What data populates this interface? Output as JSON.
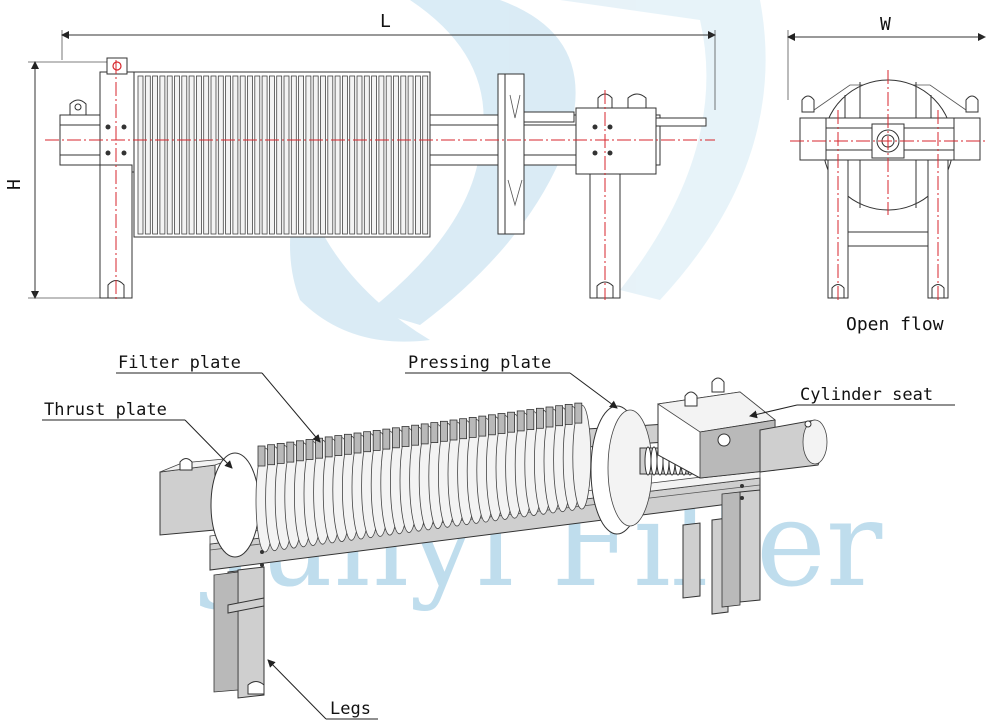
{
  "dimensions": {
    "length": "L",
    "height": "H",
    "width": "W"
  },
  "side_view": {
    "note": "Open flow"
  },
  "callouts": {
    "filter_plate": "Filter plate",
    "pressing_plate": "Pressing plate",
    "thrust_plate": "Thrust plate",
    "cylinder_seat": "Cylinder seat",
    "legs": "Legs"
  },
  "watermark": {
    "text": "Junyi Filter",
    "color": "#6fb3d8"
  },
  "colors": {
    "centerline": "#d7262c",
    "line": "#333333"
  }
}
